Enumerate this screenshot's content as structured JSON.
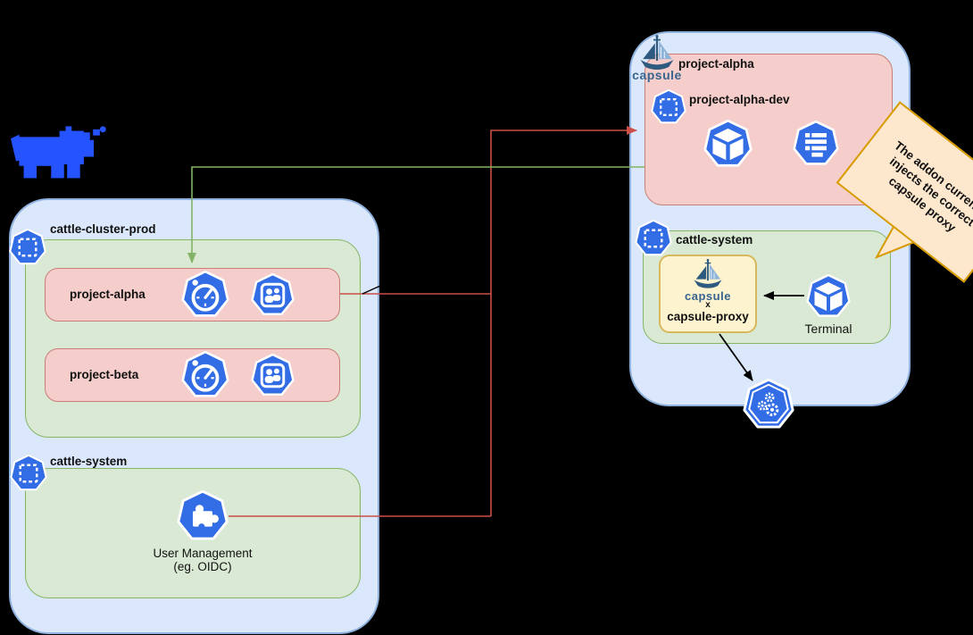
{
  "rancher_cluster": {
    "name": "cattle-cluster-prod",
    "projects": [
      {
        "label": "project-alpha"
      },
      {
        "label": "project-beta"
      }
    ],
    "system_namespace": {
      "name": "cattle-system",
      "component": {
        "line1": "User Management",
        "line2": "(eg. OIDC)"
      }
    }
  },
  "capsule_cluster": {
    "brand": "capsule",
    "tenant": {
      "name": "project-alpha",
      "namespace": {
        "name": "project-alpha-dev"
      }
    },
    "system_namespace": {
      "name": "cattle-system",
      "proxy": {
        "brand": "capsule",
        "badge": "x",
        "label": "capsule-proxy"
      },
      "terminal": {
        "label": "Terminal"
      }
    }
  },
  "callout": {
    "line1": "The addon currenlty",
    "line2": "injects the correct",
    "line3": "capsule proxy"
  },
  "icons": {
    "rancher_logo": "rancher-cow-logo",
    "capsule_logo": "capsule-ship-logo",
    "namespace": "namespace-icon",
    "pod": "pod-icon",
    "resource_quota": "resourcequota-list-icon",
    "limit_range": "limitrange-gauge-icon",
    "group": "user-group-icon",
    "crd": "crd-puzzle-icon",
    "controller_gears": "kubernetes-gears-icon"
  },
  "colors": {
    "cluster_fill": "#dbe8fb",
    "cluster_stroke": "#8fb1de",
    "namespace_fill": "#d9e9d4",
    "namespace_stroke": "#85b567",
    "project_fill": "#f5cdca",
    "project_stroke": "#c97e77",
    "proxy_fill": "#fdf3cf",
    "proxy_stroke": "#d7b85c",
    "callout_fill": "#fde7cd",
    "callout_stroke": "#d79b00",
    "k8s_blue": "#326de6",
    "rancher_blue": "#2453ff",
    "red_line": "#cb4e48",
    "green_line": "#82b366",
    "black_line": "#000000"
  }
}
